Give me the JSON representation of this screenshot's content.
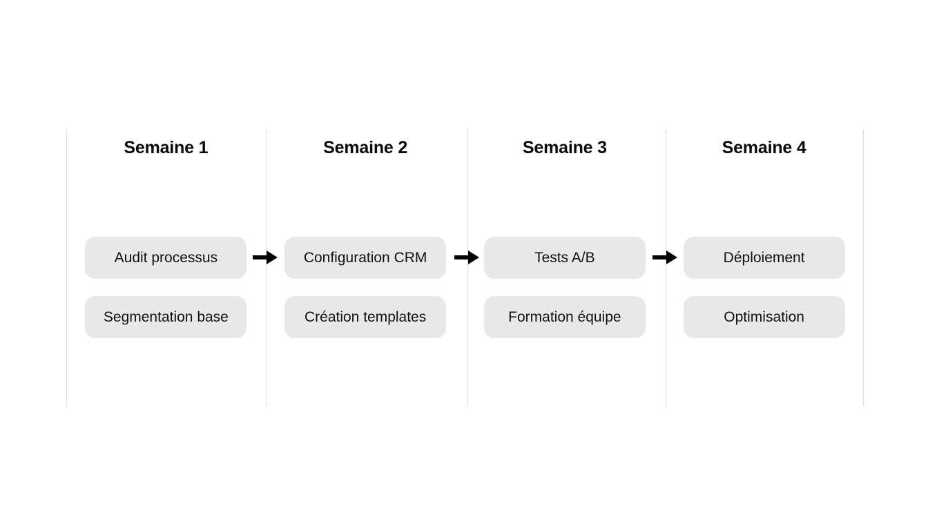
{
  "diagram": {
    "type": "timeline-roadmap",
    "columns": [
      {
        "title": "Semaine 1",
        "tasks": [
          "Audit processus",
          "Segmentation base"
        ]
      },
      {
        "title": "Semaine 2",
        "tasks": [
          "Configuration CRM",
          "Création templates"
        ]
      },
      {
        "title": "Semaine 3",
        "tasks": [
          "Tests A/B",
          "Formation équipe"
        ]
      },
      {
        "title": "Semaine 4",
        "tasks": [
          "Déploiement",
          "Optimisation"
        ]
      }
    ],
    "connectors": [
      {
        "icon": "arrow-right-icon",
        "from": "Semaine 1",
        "to": "Semaine 2"
      },
      {
        "icon": "arrow-right-icon",
        "from": "Semaine 2",
        "to": "Semaine 3"
      },
      {
        "icon": "arrow-right-icon",
        "from": "Semaine 3",
        "to": "Semaine 4"
      }
    ],
    "colors": {
      "background": "#ffffff",
      "pill_fill": "#e8e8e8",
      "pill_text": "#111114",
      "title_text": "#0b0b0d",
      "divider": "#dcdcdc",
      "arrow": "#000000"
    }
  }
}
